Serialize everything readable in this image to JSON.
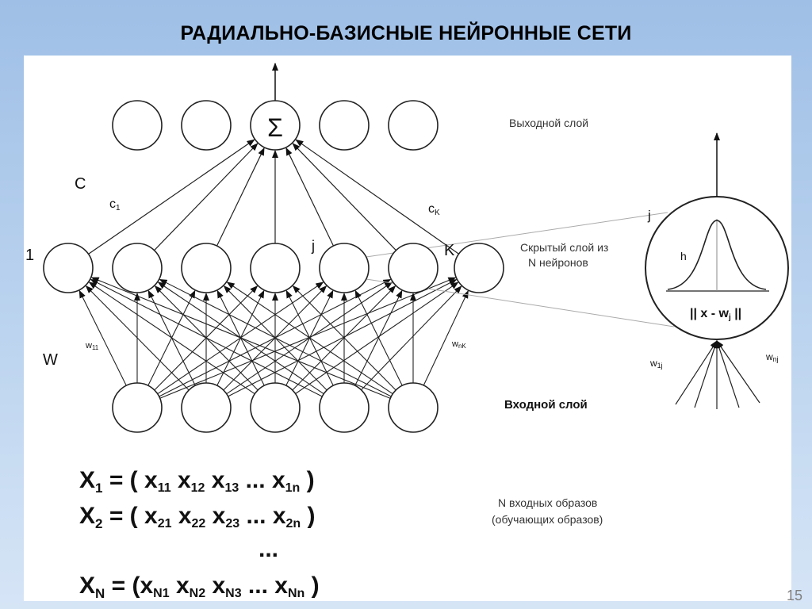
{
  "slide": {
    "title": "РАДИАЛЬНО-БАЗИСНЫЕ НЕЙРОННЫЕ СЕТИ",
    "number": "15"
  },
  "diagram": {
    "sum_symbol": "Σ",
    "labels": {
      "C": "C",
      "c1": "c",
      "c1_sub": "1",
      "cK": "c",
      "cK_sub": "K",
      "one": "1",
      "j": "j",
      "K": "K",
      "W": "W",
      "w11": "w",
      "w11_sub": "11",
      "wnK": "w",
      "wnK_sub": "nK",
      "j_zoom": "j",
      "h": "h",
      "norm": "|| x - w",
      "norm_sub": "j",
      "norm_end": " ||",
      "w1j": "w",
      "w1j_sub": "1j",
      "wnj": "w",
      "wnj_sub": "nj"
    },
    "layers": {
      "output": "Выходной слой",
      "hidden_line1": "Скрытый слой из",
      "hidden_line2": "N нейронов",
      "input": "Входной слой",
      "patterns_line1": "N входных образов",
      "patterns_line2": "(обучающих образов)"
    },
    "formulas": {
      "row1": {
        "lhs": "X",
        "lhs_sub": "1",
        "eq": " = ( ",
        "terms": [
          [
            "x",
            "11"
          ],
          [
            "x",
            "12"
          ],
          [
            "x",
            "13"
          ]
        ],
        "dots": " ... ",
        "last": [
          "x",
          "1n"
        ],
        "close": " )"
      },
      "row2": {
        "lhs": "X",
        "lhs_sub": "2",
        "eq": " = ( ",
        "terms": [
          [
            "x",
            "21"
          ],
          [
            "x",
            "22"
          ],
          [
            "x",
            "23"
          ]
        ],
        "dots": " ... ",
        "last": [
          "x",
          "2n"
        ],
        "close": " )"
      },
      "ellipsis": "...",
      "rowN": {
        "lhs": "X",
        "lhs_sub": "N",
        "eq": " = (",
        "terms": [
          [
            "x",
            "N1"
          ],
          [
            "x",
            "N2"
          ],
          [
            "x",
            "N3"
          ]
        ],
        "dots": " ... ",
        "last": [
          "x",
          "Nn"
        ],
        "close": " )"
      }
    }
  }
}
